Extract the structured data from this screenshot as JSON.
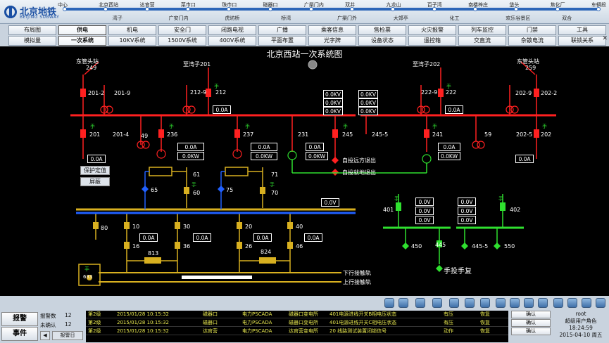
{
  "logo": {
    "name": "北京地铁",
    "en": "BEIJING SUBWAY"
  },
  "line": {
    "top": [
      "中心",
      "北京西站",
      "达官营",
      "菜市口",
      "珠市口",
      "磁器口",
      "广渠门内",
      "双井",
      "九龙山",
      "百子湾",
      "南楼梓庄",
      "垡头",
      "焦化厂",
      "车辆段"
    ],
    "bottom": [
      "湾子",
      "广安门内",
      "虎坊桥",
      "桥湾",
      "广渠门外",
      "大郊亭",
      "化工",
      "欢乐谷景区",
      "双合"
    ]
  },
  "tabs": {
    "row1": [
      "布局图",
      "供电",
      "机电",
      "安全门",
      "闭路电视",
      "广播",
      "乘客信息",
      "售检票",
      "火灾报警",
      "列车监控",
      "门禁",
      "工具"
    ],
    "row2": [
      "模拟量",
      "一次系统",
      "10KV系统",
      "1500V系统",
      "400V系统",
      "平面布置",
      "光字牌",
      "设备状态",
      "遥控箱",
      "交直流",
      "杂散电流",
      "联锁关系"
    ],
    "close": "✕"
  },
  "diagram": {
    "title": "北京西站一次系统图",
    "labels": {
      "dg_left": "东管头站",
      "dg_left_num": "249",
      "wz201": "至湾子201",
      "wz202": "至湾子202",
      "dg_right": "东管头站",
      "dg_right_num": "259",
      "n201_2": "201-2",
      "n201_9": "201-9",
      "n212_9": "212-9",
      "n212": "212",
      "n222_9": "222-9",
      "n222": "222",
      "n202_9": "202-9",
      "n202_2": "202-2",
      "n201": "201",
      "n201_4": "201-4",
      "n49": "49",
      "n236": "236",
      "n237": "237",
      "n231": "231",
      "n245": "245",
      "n245_5": "245-5",
      "n241": "241",
      "n59": "59",
      "n202_5": "202-5",
      "n202": "202",
      "n61": "61",
      "n65": "65",
      "n60": "60",
      "n71": "71",
      "n75": "75",
      "n70": "70",
      "n80": "80",
      "n10": "10",
      "n16": "16",
      "n30": "30",
      "n36": "36",
      "n20": "20",
      "n26": "26",
      "n40": "40",
      "n46": "46",
      "n813": "813",
      "n824": "824",
      "n633": "633",
      "n401": "401",
      "n402": "402",
      "n450": "450",
      "n445": "445",
      "n445_5": "445-5",
      "n550": "550",
      "auto_remote": "自投远方退出",
      "auto_local": "自投就地退出",
      "manual": "手投手复",
      "down_line": "下行接触轨",
      "up_line": "上行接触轨",
      "hand": "手"
    },
    "values": {
      "kv": "0.0KV",
      "a": "0.0A",
      "kw": "0.0KW",
      "v": "0.0V"
    },
    "buttons": {
      "protect": "保护定值",
      "shield": "屏蔽"
    }
  },
  "alarms": {
    "btn_alarm": "报警",
    "btn_event": "事件",
    "btn_alarm_log": "报警日",
    "alarm_count_label": "报警数",
    "alarm_count": "12",
    "unconfirmed_label": "未确认",
    "unconfirmed": "12",
    "rows": [
      {
        "level": "第2级",
        "time": "2015/01/28 10:15:32",
        "station": "磁器口",
        "sys": "电力PSCADA",
        "loc": "磁器口变电所",
        "desc": "401电源进线开关B相电压状态",
        "state": "有压",
        "result": "恢复"
      },
      {
        "level": "第2级",
        "time": "2015/01/28 10:15:32",
        "station": "磁器口",
        "sys": "电力PSCADA",
        "loc": "磁器口变电所",
        "desc": "401电源进线开关C相电压状态",
        "state": "有压",
        "result": "恢复"
      },
      {
        "level": "第2级",
        "time": "2015/01/28 10:15:32",
        "station": "达官营",
        "sys": "电力PSCADA",
        "loc": "达官营变电所",
        "desc": "20 线路测试装置闭锁信号",
        "state": "动作",
        "result": "恢复"
      }
    ],
    "confirm": "确认",
    "user": {
      "name": "root",
      "role": "超级用户角色",
      "time": "18:24:59",
      "date": "2015-04-10 周五"
    }
  }
}
